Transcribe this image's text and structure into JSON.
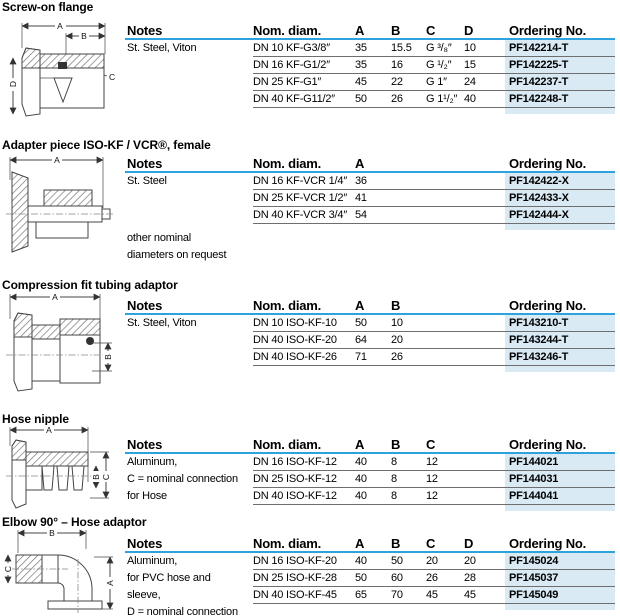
{
  "colors": {
    "header_rule": "#2CA3DC",
    "ordering_highlight": "#D9EAF4",
    "row_line": "#6E6E6E",
    "text": "#000000",
    "background": "#FFFFFF"
  },
  "sections": [
    {
      "title": "Screw-on flange",
      "headers": {
        "notes": "Notes",
        "nom": "Nom. diam.",
        "A": "A",
        "B": "B",
        "C": "C",
        "D": "D",
        "order": "Ordering No."
      },
      "notes_lines": [
        "St. Steel, Viton"
      ],
      "rows": [
        {
          "nom": "DN 10 KF-G3/8″",
          "A": "35",
          "B": "15.5",
          "C": "G ³/₈″",
          "D": "10",
          "order": "PF142214-T"
        },
        {
          "nom": "DN 16 KF-G1/2″",
          "A": "35",
          "B": "16",
          "C": "G ¹/₂″",
          "D": "15",
          "order": "PF142225-T"
        },
        {
          "nom": "DN 25 KF-G1″",
          "A": "45",
          "B": "22",
          "C": "G 1″",
          "D": "24",
          "order": "PF142237-T"
        },
        {
          "nom": "DN 40 KF-G11/2″",
          "A": "50",
          "B": "26",
          "C": "G 1¹/₂″",
          "D": "40",
          "order": "PF142248-T"
        }
      ],
      "extra_notes": [],
      "drawing_labels": {
        "A": "A",
        "B": "B",
        "C": "C",
        "D": "D"
      }
    },
    {
      "title": "Adapter piece ISO-KF / VCR®, female",
      "headers": {
        "notes": "Notes",
        "nom": "Nom. diam.",
        "A": "A",
        "order": "Ordering No."
      },
      "notes_lines": [
        "St. Steel"
      ],
      "rows": [
        {
          "nom": "DN 16 KF-VCR 1/4″",
          "A": "36",
          "order": "PF142422-X"
        },
        {
          "nom": "DN 25 KF-VCR 1/2″",
          "A": "41",
          "order": "PF142433-X"
        },
        {
          "nom": "DN 40 KF-VCR 3/4″",
          "A": "54",
          "order": "PF142444-X"
        }
      ],
      "extra_notes": [
        "other nominal",
        "diameters on request"
      ],
      "drawing_labels": {
        "A": "A"
      }
    },
    {
      "title": "Compression fit tubing adaptor",
      "headers": {
        "notes": "Notes",
        "nom": "Nom. diam.",
        "A": "A",
        "B": "B",
        "order": "Ordering No."
      },
      "notes_lines": [
        "St. Steel, Viton"
      ],
      "rows": [
        {
          "nom": "DN 10 ISO-KF-10",
          "A": "50",
          "B": "10",
          "order": "PF143210-T"
        },
        {
          "nom": "DN 40 ISO-KF-20",
          "A": "64",
          "B": "20",
          "order": "PF143244-T"
        },
        {
          "nom": "DN 40 ISO-KF-26",
          "A": "71",
          "B": "26",
          "order": "PF143246-T"
        }
      ],
      "extra_notes": [],
      "drawing_labels": {
        "A": "A",
        "B": "B"
      }
    },
    {
      "title": "Hose nipple",
      "headers": {
        "notes": "Notes",
        "nom": "Nom. diam.",
        "A": "A",
        "B": "B",
        "C": "C",
        "order": "Ordering No."
      },
      "notes_lines": [
        "Aluminum,",
        "C = nominal connection",
        "for Hose"
      ],
      "rows": [
        {
          "nom": "DN 16 ISO-KF-12",
          "A": "40",
          "B": "8",
          "C": "12",
          "order": "PF144021"
        },
        {
          "nom": "DN 25 ISO-KF-12",
          "A": "40",
          "B": "8",
          "C": "12",
          "order": "PF144031"
        },
        {
          "nom": "DN 40 ISO-KF-12",
          "A": "40",
          "B": "8",
          "C": "12",
          "order": "PF144041"
        }
      ],
      "extra_notes": [],
      "drawing_labels": {
        "A": "A",
        "B": "B",
        "C": "C"
      }
    },
    {
      "title": "Elbow 90° – Hose adaptor",
      "headers": {
        "notes": "Notes",
        "nom": "Nom. diam.",
        "A": "A",
        "B": "B",
        "C": "C",
        "D": "D",
        "order": "Ordering No."
      },
      "notes_lines": [
        "Aluminum,",
        "for PVC hose and",
        "sleeve,"
      ],
      "rows": [
        {
          "nom": "DN 16 ISO-KF-20",
          "A": "40",
          "B": "50",
          "C": "20",
          "D": "20",
          "order": "PF145024"
        },
        {
          "nom": "DN 25 ISO-KF-28",
          "A": "50",
          "B": "60",
          "C": "26",
          "D": "28",
          "order": "PF145037"
        },
        {
          "nom": "DN 40 ISO-KF-45",
          "A": "65",
          "B": "70",
          "C": "45",
          "D": "45",
          "order": "PF145049"
        }
      ],
      "extra_notes": [
        "D = nominal connection"
      ],
      "drawing_labels": {
        "A": "A",
        "B": "B",
        "C": "C"
      }
    }
  ]
}
